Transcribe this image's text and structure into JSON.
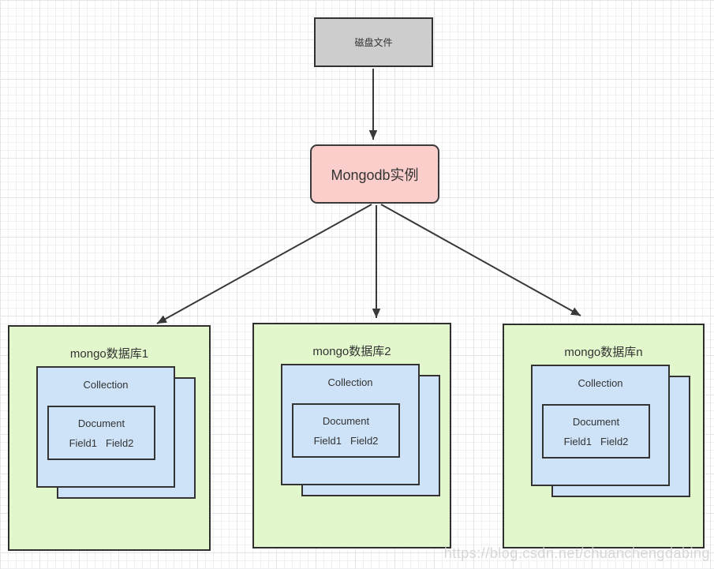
{
  "colors": {
    "canvas-bg": "#ffffff",
    "grid-line": "#eef0f2",
    "grid-line-major": "#e3e5e8",
    "disk-fill": "#cdcdcd",
    "instance-fill": "#fbcecb",
    "database-fill": "#e2f8cc",
    "collection-fill": "#cee3f8",
    "stroke": "#383838",
    "text": "#333333",
    "watermark": "#d6d6d6"
  },
  "diagram": {
    "disk_file": {
      "label": "磁盘文件"
    },
    "instance": {
      "label": "Mongodb实例"
    },
    "databases": [
      {
        "label": "mongo数据库1",
        "collection": {
          "label": "Collection",
          "document": {
            "label": "Document",
            "fields": [
              "Field1",
              "Field2"
            ]
          }
        }
      },
      {
        "label": "mongo数据库2",
        "collection": {
          "label": "Collection",
          "document": {
            "label": "Document",
            "fields": [
              "Field1",
              "Field2"
            ]
          }
        }
      },
      {
        "label": "mongo数据库n",
        "collection": {
          "label": "Collection",
          "document": {
            "label": "Document",
            "fields": [
              "Field1",
              "Field2"
            ]
          }
        }
      }
    ]
  },
  "watermark": {
    "text": "https://blog.csdn.net/chuanchengdabing"
  }
}
